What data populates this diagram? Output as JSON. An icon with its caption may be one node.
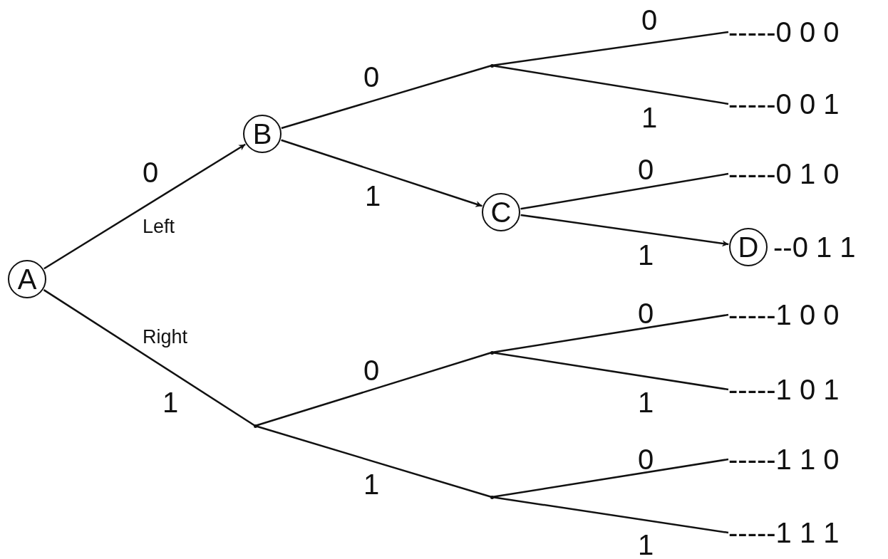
{
  "diagram": {
    "nodes": [
      {
        "text": [
          "A"
        ]
      },
      {
        "text": [
          "B"
        ]
      },
      {
        "text": [],
        "shape": "point"
      },
      {
        "text": [
          "C"
        ]
      },
      {
        "text": [
          "D"
        ],
        "beside": [
          "--0 1 1"
        ]
      },
      {
        "text": [],
        "shape": "point"
      },
      {
        "text": [],
        "shape": "point"
      },
      {
        "text": [],
        "shape": "point"
      },
      {
        "text": [
          "-----0 0 0"
        ]
      },
      {
        "text": [
          "-----0 0 1"
        ]
      },
      {
        "text": [
          "-----0 1 0"
        ]
      },
      {
        "text": [
          "-----1 0 0"
        ]
      },
      {
        "text": [
          "-----1 0 1"
        ]
      },
      {
        "text": [
          "-----1 1 0"
        ]
      },
      {
        "text": [
          "-----1 1 1"
        ]
      }
    ],
    "edges": [
      {
        "from": 0,
        "to": 1,
        "arrow": "to",
        "label": "0"
      },
      {
        "from": 0,
        "to": 5,
        "arrow": "none",
        "label": "1"
      },
      {
        "from": 1,
        "to": 2,
        "arrow": "none",
        "label": "0"
      },
      {
        "from": 1,
        "to": 3,
        "arrow": "to",
        "label": "1"
      },
      {
        "from": 2,
        "to": 8,
        "arrow": "none",
        "label": "0"
      },
      {
        "from": 2,
        "to": 9,
        "arrow": "none",
        "label": "1"
      },
      {
        "from": 3,
        "to": 10,
        "arrow": "none",
        "label": "0"
      },
      {
        "from": 3,
        "to": 4,
        "arrow": "to",
        "label": "1"
      },
      {
        "from": 5,
        "to": 6,
        "arrow": "none",
        "label": "0"
      },
      {
        "from": 5,
        "to": 7,
        "arrow": "none",
        "label": "1"
      },
      {
        "from": 6,
        "to": 11,
        "arrow": "none",
        "label": "0"
      },
      {
        "from": 6,
        "to": 12,
        "arrow": "none",
        "label": "1"
      },
      {
        "from": 7,
        "to": 13,
        "arrow": "none",
        "label": "0"
      },
      {
        "from": 7,
        "to": 14,
        "arrow": "none",
        "label": "1"
      }
    ],
    "labels": [
      "Left",
      "Right"
    ]
  }
}
